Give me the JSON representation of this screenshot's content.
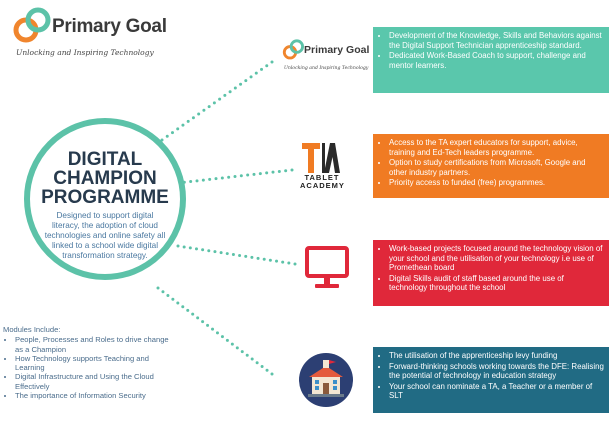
{
  "logo": {
    "name": "Primary Goal",
    "tagline": "Unlocking and Inspiring Technology"
  },
  "programme": {
    "title_lines": [
      "DIGITAL",
      "CHAMPION",
      "PROGRAMME"
    ],
    "description": "Designed to support digital literacy, the adoption of cloud technologies and online safety all linked to a school wide digital transformation strategy."
  },
  "modules": {
    "heading": "Modules Include:",
    "items": [
      "People, Processes and Roles to drive change as a Champion",
      "How Technology supports Teaching and Learning",
      "Digital Infrastructure and Using the Cloud Effectively",
      "The importance of Information Security"
    ]
  },
  "partners": {
    "primary_goal": {
      "name": "Primary Goal",
      "tagline": "Unlocking and Inspiring Technology",
      "icon": "primary-goal-logo-icon"
    },
    "tablet_academy": {
      "mark": "TA",
      "name": "TABLET ACADEMY",
      "icon": "tablet-academy-logo-icon"
    },
    "monitor": {
      "icon": "monitor-icon"
    },
    "school": {
      "icon": "school-building-icon"
    }
  },
  "boxes": [
    {
      "color": "#5ac7ac",
      "bullets": [
        "Development of the Knowledge, Skills and Behaviors against the Digital Support Technician apprenticeship standard.",
        "Dedicated Work-Based Coach to support, challenge and mentor learners."
      ]
    },
    {
      "color": "#f07b23",
      "bullets": [
        "Access to the TA expert educators for support, advice, training and Ed-Tech leaders programme.",
        "Option to study certifications from Microsoft, Google and other industry partners.",
        "Priority access to funded (free) programmes."
      ]
    },
    {
      "color": "#e0283a",
      "bullets": [
        "Work-based projects focused around the technology vision of your school and the utilisation of your technology i.e use of Promethean board",
        "Digital Skills audit of staff based around the use of technology throughout the school"
      ]
    },
    {
      "color": "#216b84",
      "bullets": [
        "The utilisation of the apprenticeship levy funding",
        "Forward-thinking schools working towards the DFE: Realising the potential of technology in education strategy",
        "Your school can nominate a TA, a Teacher or a member of SLT"
      ]
    }
  ],
  "colors": {
    "accent_teal": "#5cc2a8",
    "orange": "#f07b23",
    "red": "#e0283a",
    "navy": "#216b84",
    "title_navy": "#273a4d"
  }
}
